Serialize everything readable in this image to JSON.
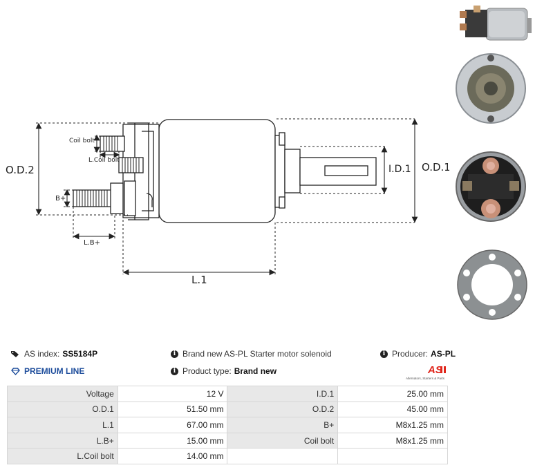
{
  "diagram": {
    "labels": {
      "od2": "O.D.2",
      "od1": "O.D.1",
      "id1": "I.D.1",
      "l1": "L.1",
      "coil_bolt": "Coil bolt",
      "l_coil_bolt": "L.Coil bolt",
      "b_plus": "B+",
      "l_b_plus": "L.B+"
    }
  },
  "info": {
    "as_index_label": "AS index:",
    "as_index_value": "SS5184P",
    "premium_line": "PREMIUM LINE",
    "description": "Brand new AS-PL Starter motor solenoid",
    "product_type_label": "Product type:",
    "product_type_value": "Brand new",
    "producer_label": "Producer:",
    "producer_value": "AS-PL",
    "logo_text": "AS",
    "logo_tagline": "Alternators, Starters & Parts"
  },
  "specs": {
    "rows": [
      {
        "l1": "Voltage",
        "v1": "12 V",
        "l2": "I.D.1",
        "v2": "25.00 mm"
      },
      {
        "l1": "O.D.1",
        "v1": "51.50 mm",
        "l2": "O.D.2",
        "v2": "45.00 mm"
      },
      {
        "l1": "L.1",
        "v1": "67.00 mm",
        "l2": "B+",
        "v2": "M8x1.25 mm"
      },
      {
        "l1": "L.B+",
        "v1": "15.00 mm",
        "l2": "Coil bolt",
        "v2": "M8x1.25 mm"
      },
      {
        "l1": "L.Coil bolt",
        "v1": "14.00 mm",
        "l2": "",
        "v2": ""
      }
    ]
  },
  "colors": {
    "accent_blue": "#1f4e9c",
    "logo_red": "#e0261b"
  }
}
